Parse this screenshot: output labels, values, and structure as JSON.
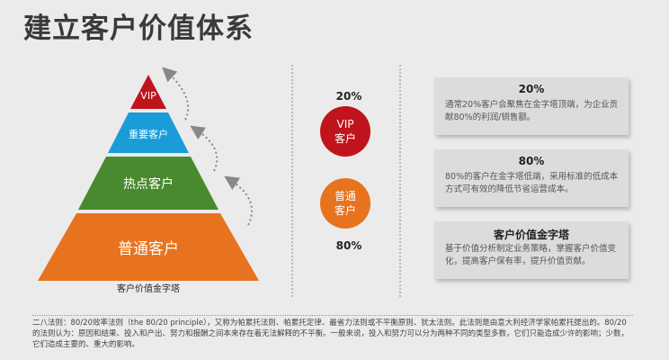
{
  "title": "建立客户价值体系",
  "pyramid": {
    "tiers": [
      {
        "label": "VIP",
        "color": "#c0141c"
      },
      {
        "label": "重要客户",
        "color": "#1a9cd8"
      },
      {
        "label": "热点客户",
        "color": "#4a8a2e"
      },
      {
        "label": "普通客户",
        "color": "#e8731e"
      }
    ],
    "caption": "客户价值金字塔"
  },
  "middle": {
    "top_percent": "20%",
    "vip_circle": {
      "line1": "VIP",
      "line2": "客户",
      "color": "#c0141c"
    },
    "normal_circle": {
      "line1": "普通",
      "line2": "客户",
      "color": "#e8731e"
    },
    "bottom_percent": "80%"
  },
  "cards": [
    {
      "title": "20%",
      "body": "通常20%客户会聚焦在金字塔顶端，为企业贡献80%的利润/销售额。"
    },
    {
      "title": "80%",
      "body": "80%的客户在金字塔低端，采用标准的低成本方式可有效的降低节省运营成本。"
    },
    {
      "title": "客户价值金字塔",
      "body": "基于价值分析制定业务策略，掌握客户价值变化，提高客户保有率，提升价值贡献。"
    }
  ],
  "footer": "二八法则：80/20效率法则（the 80/20 principle），又称为帕累托法则、帕累托定律、最省力法则或不平衡原则、犹太法则。此法则是由意大利经济学家帕累托提出的。80/20的法则认为：原因和结果、投入和产出、努力和报酬之间本来存在着无法解释的不平衡。一般来说，投入和努力可以分为两种不同的类型多数，它们只能造成少许的影响；少数，它们造成主要的、重大的影响。"
}
